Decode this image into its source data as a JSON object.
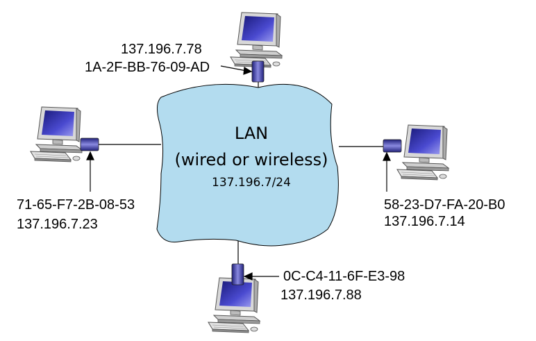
{
  "lan": {
    "title": "LAN",
    "subtitle": "(wired or wireless)",
    "subnet": "137.196.7/24",
    "fill_color": "#b3dcef"
  },
  "hosts": [
    {
      "id": "top",
      "ip": "137.196.7.78",
      "mac": "1A-2F-BB-76-09-AD"
    },
    {
      "id": "left",
      "ip": "137.196.7.23",
      "mac": "71-65-F7-2B-08-53"
    },
    {
      "id": "right",
      "ip": "137.196.7.14",
      "mac": "58-23-D7-FA-20-B0"
    },
    {
      "id": "bottom",
      "ip": "137.196.7.88",
      "mac": "0C-C4-11-6F-E3-98"
    }
  ],
  "adapter_color": "#3a3aa0",
  "icons": {
    "host": "desktop-computer-icon",
    "adapter": "network-adapter-icon"
  }
}
